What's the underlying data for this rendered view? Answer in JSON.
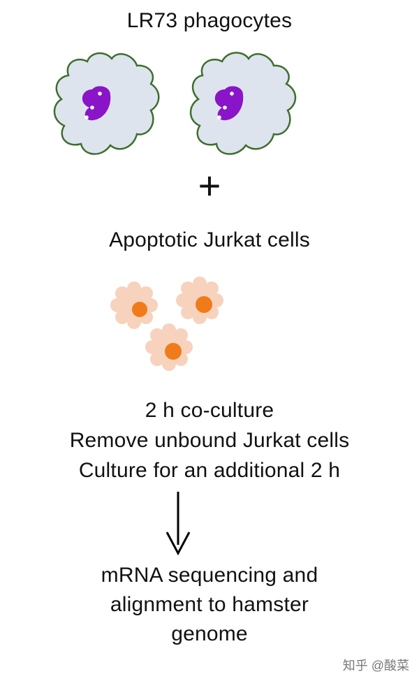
{
  "title": "LR73 phagocytes",
  "plus_sign": "+",
  "subtitle": "Apoptotic Jurkat cells",
  "steps": [
    "2 h co-culture",
    "Remove unbound Jurkat cells",
    "Culture for an additional 2 h"
  ],
  "result": [
    "mRNA sequencing and",
    "alignment to hamster",
    "genome"
  ],
  "watermark": "知乎 @酸菜",
  "colors": {
    "phagocyte_fill": "#dde4ee",
    "phagocyte_outline": "#3e6e2e",
    "nucleus_fill": "#8a14c8",
    "jurkat_fill": "#f7d2bc",
    "jurkat_nucleus": "#ef7b1b",
    "arrow": "#000000"
  }
}
